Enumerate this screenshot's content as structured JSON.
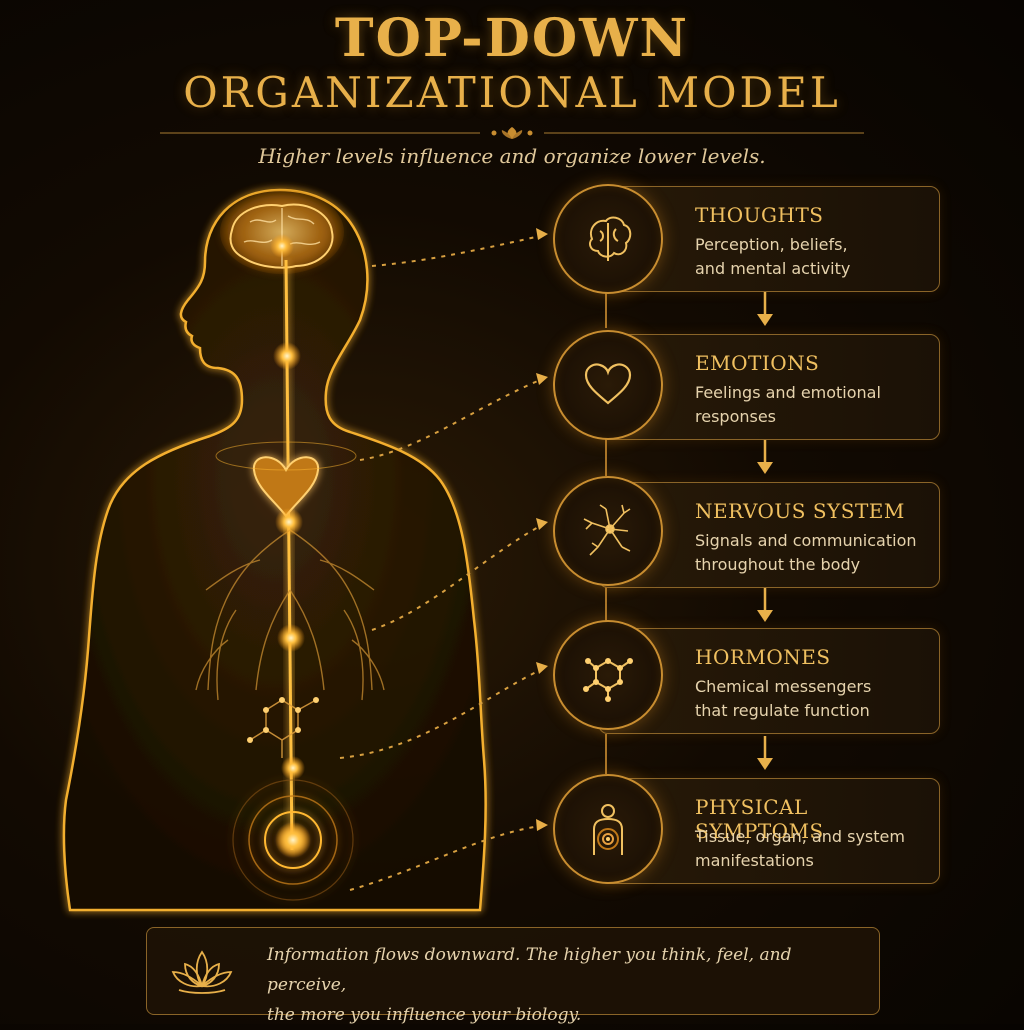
{
  "header": {
    "title_line1": "TOP-DOWN",
    "title_line2": "ORGANIZATIONAL MODEL",
    "subtitle": "Higher levels influence and organize lower levels."
  },
  "levels": [
    {
      "title": "THOUGHTS",
      "desc_line1": "Perception, beliefs,",
      "desc_line2": "and mental activity",
      "icon": "brain-icon"
    },
    {
      "title": "EMOTIONS",
      "desc_line1": "Feelings and emotional",
      "desc_line2": "responses",
      "icon": "heart-icon"
    },
    {
      "title": "NERVOUS SYSTEM",
      "desc_line1": "Signals and communication",
      "desc_line2": "throughout the body",
      "icon": "neuron-icon"
    },
    {
      "title": "HORMONES",
      "desc_line1": "Chemical messengers",
      "desc_line2": "that regulate function",
      "icon": "molecule-icon"
    },
    {
      "title": "PHYSICAL SYMPTOMS",
      "desc_line1": "Tissue, organ, and system",
      "desc_line2": "manifestations",
      "icon": "body-target-icon"
    }
  ],
  "footer": {
    "line1": "Information flows downward. The higher you think, feel, and perceive,",
    "line2": "the more you influence your biology.",
    "icon": "lotus-icon"
  },
  "colors": {
    "accent": "#e8b04a",
    "glow": "#ffb020",
    "border": "#8a6428",
    "background": "#0d0702"
  }
}
